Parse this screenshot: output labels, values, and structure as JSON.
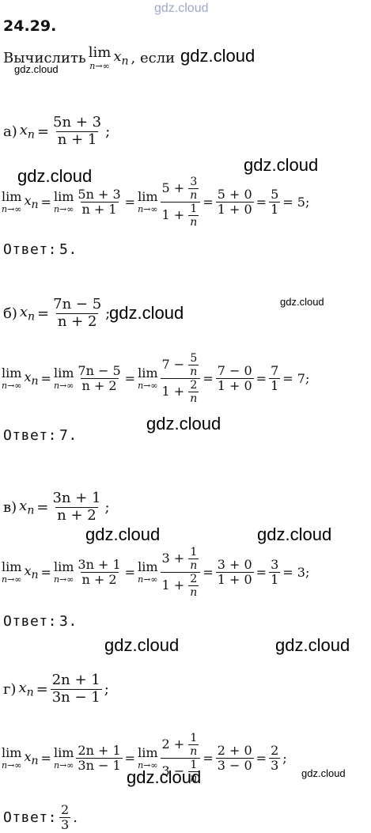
{
  "watermark": {
    "main": "gdz.cloud",
    "small": "gdz.cloud"
  },
  "problem": {
    "number": "24.29.",
    "task_text": "Вычислить",
    "task_lim": "lim",
    "task_sub": "n→∞",
    "task_var": "x",
    "task_var_sub": "n",
    "task_tail": ", если"
  },
  "parts": [
    {
      "label": "а)",
      "def_num": "5n + 3",
      "def_den": "n + 1",
      "step_num": "5n + 3",
      "step_den": "n + 1",
      "div_num_top": "5 + ",
      "div_num_frac_top": "3",
      "div_num_frac_bot": "n",
      "div_den_top": "1 + ",
      "div_den_frac_top": "1",
      "div_den_frac_bot": "n",
      "sub_num": "5 + 0",
      "sub_den": "1 + 0",
      "res_num": "5",
      "res_den": "1",
      "result": "= 5;",
      "answer_label": "Ответ:",
      "answer": "5."
    },
    {
      "label": "б)",
      "def_num": "7n − 5",
      "def_den": "n + 2",
      "step_num": "7n − 5",
      "step_den": "n + 2",
      "div_num_top": "7 − ",
      "div_num_frac_top": "5",
      "div_num_frac_bot": "n",
      "div_den_top": "1 + ",
      "div_den_frac_top": "2",
      "div_den_frac_bot": "n",
      "sub_num": "7 − 0",
      "sub_den": "1 + 0",
      "res_num": "7",
      "res_den": "1",
      "result": "= 7;",
      "answer_label": "Ответ:",
      "answer": "7."
    },
    {
      "label": "в)",
      "def_num": "3n + 1",
      "def_den": "n + 2",
      "step_num": "3n + 1",
      "step_den": "n + 2",
      "div_num_top": "3 + ",
      "div_num_frac_top": "1",
      "div_num_frac_bot": "n",
      "div_den_top": "1 + ",
      "div_den_frac_top": "2",
      "div_den_frac_bot": "n",
      "sub_num": "3 + 0",
      "sub_den": "1 + 0",
      "res_num": "3",
      "res_den": "1",
      "result": "= 3;",
      "answer_label": "Ответ:",
      "answer": "3."
    },
    {
      "label": "г)",
      "def_num": "2n + 1",
      "def_den": "3n − 1",
      "step_num": "2n + 1",
      "step_den": "3n − 1",
      "div_num_top": "2 + ",
      "div_num_frac_top": "1",
      "div_num_frac_bot": "n",
      "div_den_top": "3 − ",
      "div_den_frac_top": "1",
      "div_den_frac_bot": "n",
      "sub_num": "2 + 0",
      "sub_den": "3 − 0",
      "res_num": "2",
      "res_den": "3",
      "result": ";",
      "answer_label": "Ответ:",
      "answer_num": "2",
      "answer_den": "3"
    }
  ]
}
